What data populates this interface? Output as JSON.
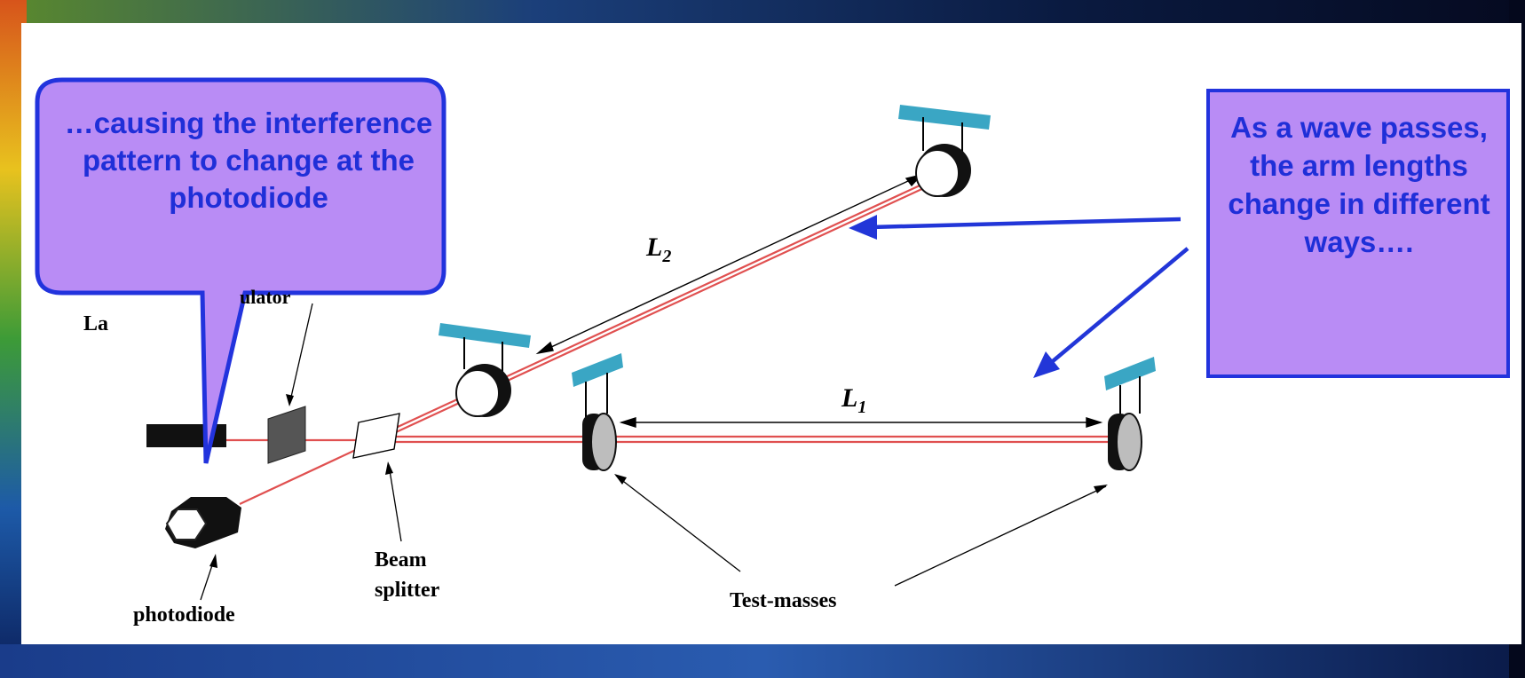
{
  "slide": {
    "callout_left": "…causing the interference pattern to change at the photodiode",
    "callout_right": "As a wave passes,  the arm lengths change in different ways….",
    "colors": {
      "callout_fill": "#b98cf5",
      "callout_border": "#2233dd",
      "callout_text": "#1f2fd8",
      "laser_beam": "#e05050",
      "arrow_blue": "#2236d8",
      "mirror_mount": "#3aa6c4"
    }
  },
  "diagram": {
    "labels": {
      "laser": "La",
      "filter": "ulator",
      "photodiode": "photodiode",
      "beam_splitter_line1": "Beam",
      "beam_splitter_line2": "splitter",
      "test_masses": "Test-masses",
      "arm1_symbol": "L",
      "arm1_sub": "1",
      "arm2_symbol": "L",
      "arm2_sub": "2"
    }
  }
}
